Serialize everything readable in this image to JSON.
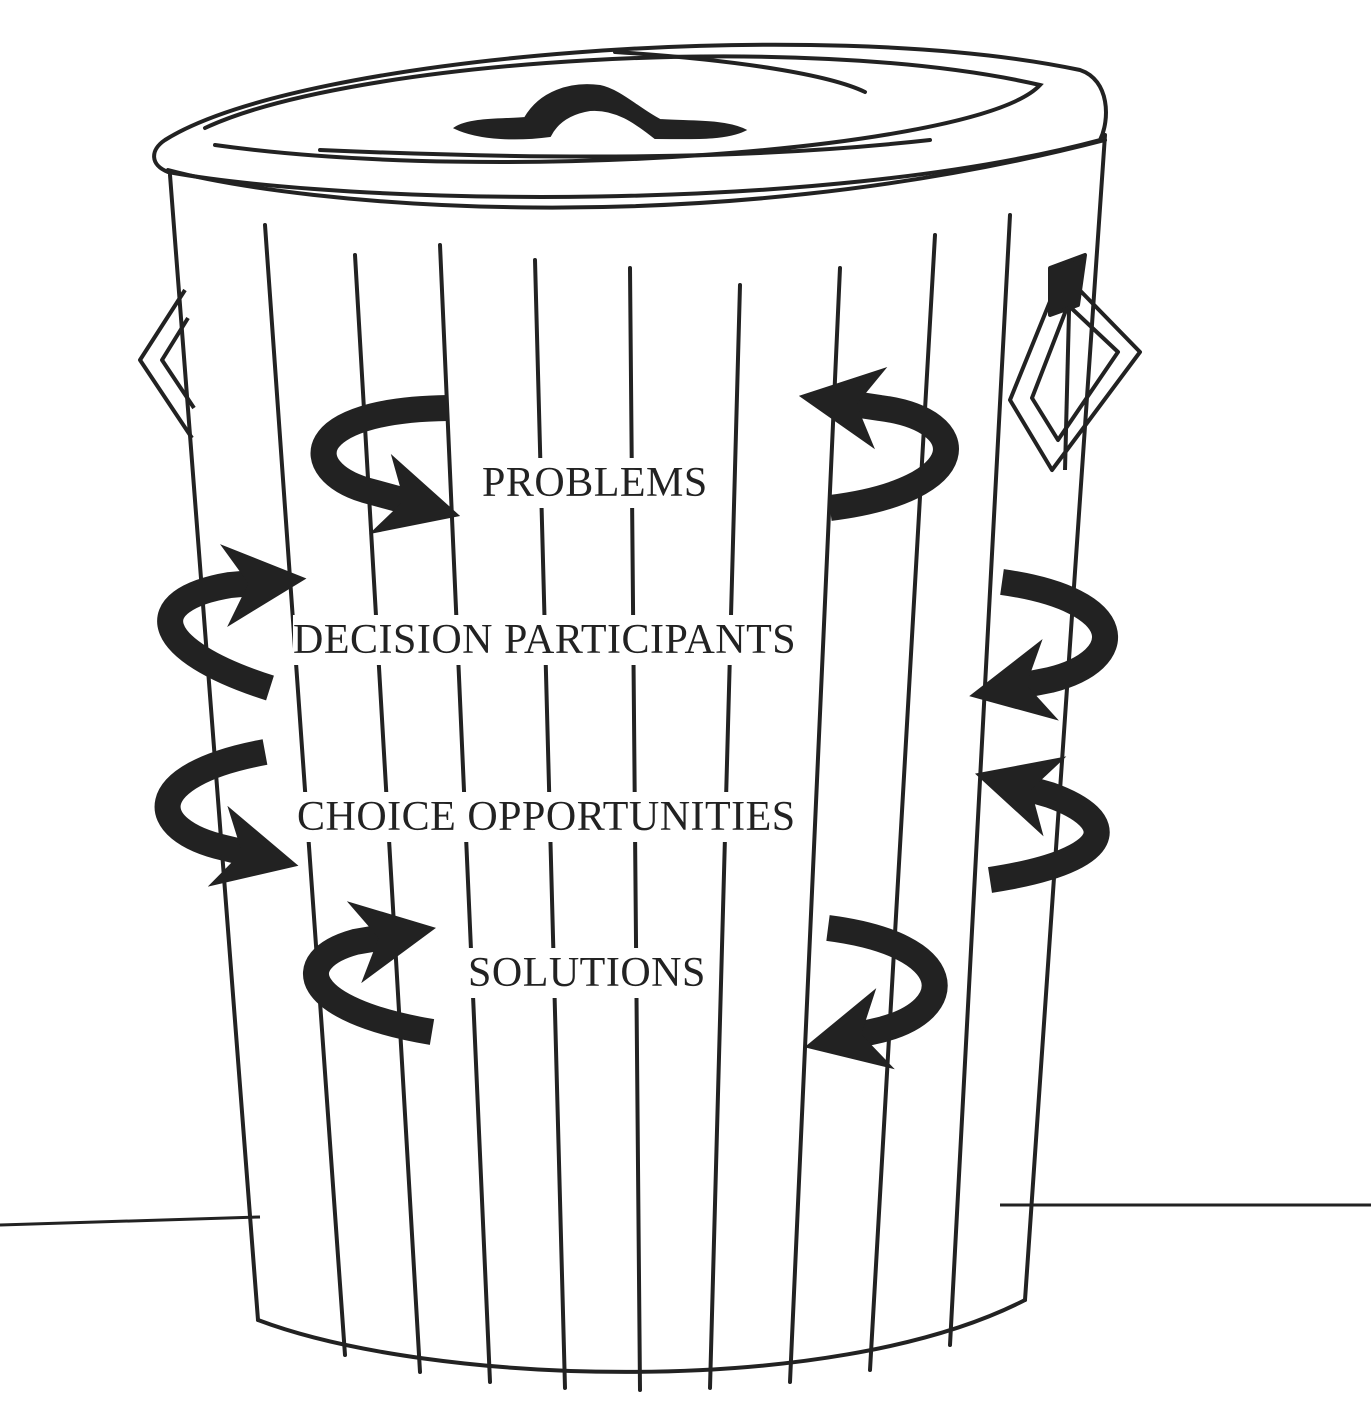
{
  "diagram": {
    "labels": {
      "problems": "PROBLEMS",
      "decision_participants": "DECISION PARTICIPANTS",
      "choice_opportunities": "CHOICE OPPORTUNITIES",
      "solutions": "SOLUTIONS"
    },
    "colors": {
      "ink": "#222222",
      "paper": "#ffffff"
    },
    "icons": [
      "garbage-can",
      "lid-handle",
      "side-handle",
      "curved-arrow"
    ]
  }
}
